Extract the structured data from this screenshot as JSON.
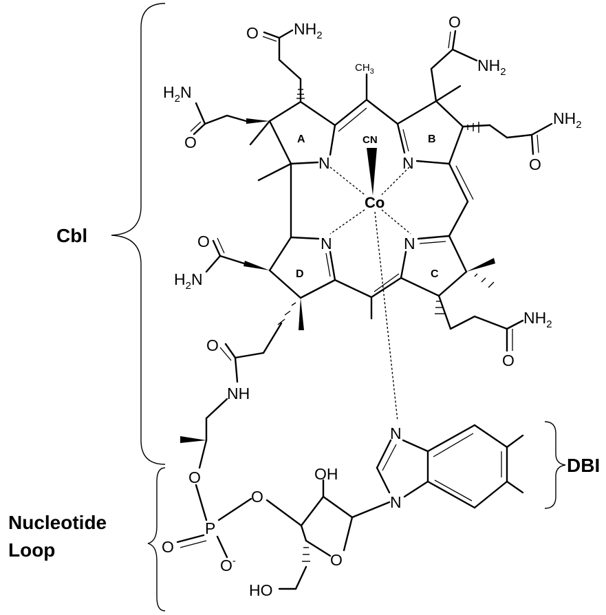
{
  "labels": {
    "cbl": "Cbl",
    "nucleotide_1": "Nucleotide",
    "nucleotide_2": "Loop",
    "dbi": "DBI",
    "ring_a": "A",
    "ring_b": "B",
    "ring_c": "C",
    "ring_d": "D",
    "cobalt": "Co",
    "cyano": "CN"
  },
  "atoms": {
    "o": "O",
    "n": "N",
    "p": "P",
    "oh": "OH",
    "nh": "NH",
    "ho": "HO",
    "nh2_n": "NH",
    "h2n_n": "N",
    "h": "H",
    "sub2": "2",
    "ch_c": "CH",
    "sub3": "3",
    "minus": "-"
  }
}
